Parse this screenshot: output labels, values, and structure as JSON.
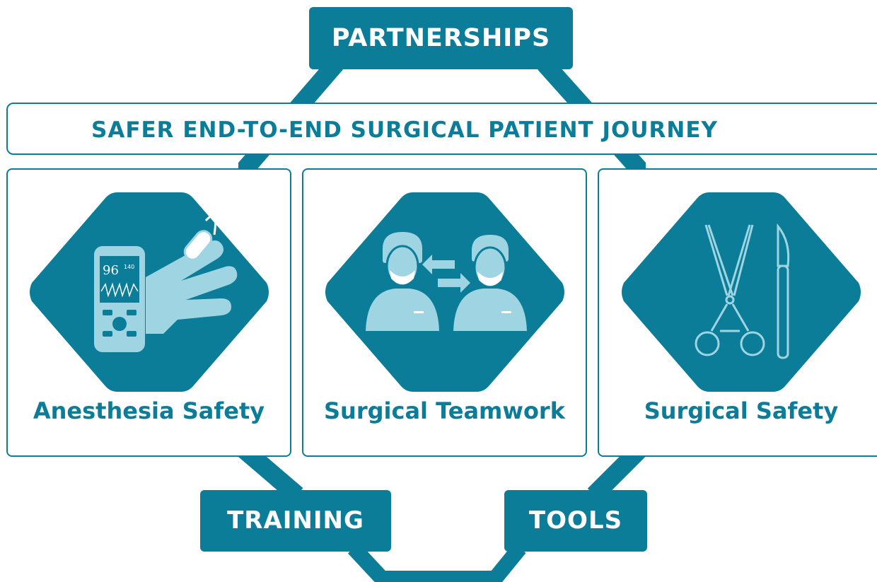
{
  "diagram": {
    "top_label": "PARTNERSHIPS",
    "banner": "SAFER END-TO-END SURGICAL PATIENT JOURNEY",
    "pillars": [
      {
        "label": "Anesthesia Safety",
        "icon": "pulse-oximeter-icon"
      },
      {
        "label": "Surgical Teamwork",
        "icon": "surgical-team-icon"
      },
      {
        "label": "Surgical Safety",
        "icon": "surgical-instruments-icon"
      }
    ],
    "bottom_labels": [
      "TRAINING",
      "TOOLS"
    ],
    "device_reading": {
      "spo2": "96",
      "pulse": "140"
    }
  },
  "colors": {
    "accent": "#0b7d98",
    "icon_light": "#9fd5e2",
    "background": "#ffffff"
  }
}
